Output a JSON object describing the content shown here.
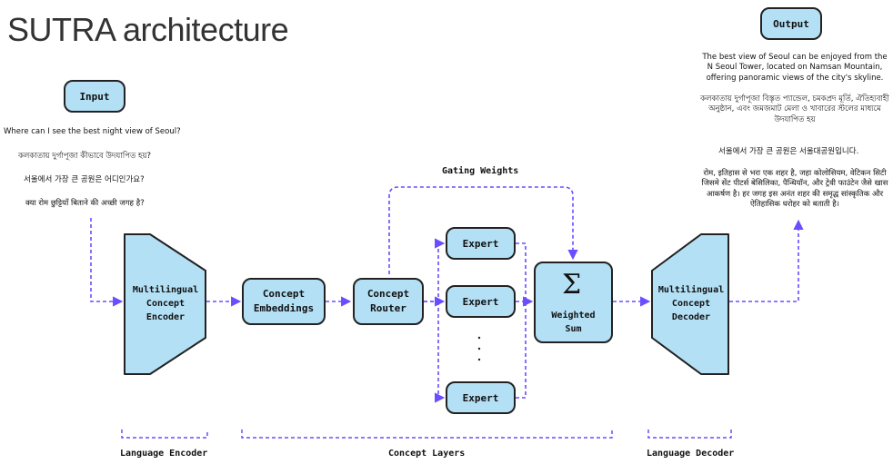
{
  "title": "SUTRA architecture",
  "input_label": "Input",
  "output_label": "Output",
  "inputs": [
    "Where can I see the best night view of Seoul?",
    "কলকাতায় দুর্গাপূজা কীভাবে উদযাপিত হয়?",
    "서울에서 가장 큰 공원은 어디인가요?",
    "क्या रोम छुट्टियाँ बिताने की अच्छी जगह है?"
  ],
  "outputs": [
    "The best view of Seoul can be enjoyed from the N Seoul Tower, located on Namsan Mountain, offering panoramic views of the city's skyline.",
    "কলকাতায় দুর্গাপূজা বিস্তৃত প্যান্ডেল, চমকপ্রদ মূর্তি, ঐতিহ্যবাহী অনুষ্ঠান, এবং জমজমাট মেলা ও খাবারের স্টলের মাধ্যমে উদযাপিত হয়",
    "서울에서 가장 큰 공원은 서울대공원입니다.",
    "रोम, इतिहास से भरा एक शहर है, जहा कोलोसियम, वेटिकन सिटी जिसमे सेंट पीटर्स बेसिलिका, पैन्थियॉन, और ट्रेवी फाउंटेन जैसे खास आकर्षण है। हर जगह इस अनंत शहर की समृद्ध सांस्कृतिक और ऐतिहासिक धरोहर को बताती है।"
  ],
  "encoder": "Multilingual\nConcept\nEncoder",
  "embeddings": "Concept\nEmbeddings",
  "router": "Concept\nRouter",
  "experts": [
    "Expert",
    "Expert",
    "Expert"
  ],
  "gating": "Gating Weights",
  "sigma": "Σ",
  "sum": "Weighted\nSum",
  "decoder": "Multilingual\nConcept\nDecoder",
  "groups": {
    "language_encoder": "Language Encoder",
    "concept_layers": "Concept Layers",
    "language_decoder": "Language Decoder"
  },
  "colors": {
    "fill": "#b3e0f5",
    "stroke": "#222222",
    "arrow": "#6a4dff"
  }
}
